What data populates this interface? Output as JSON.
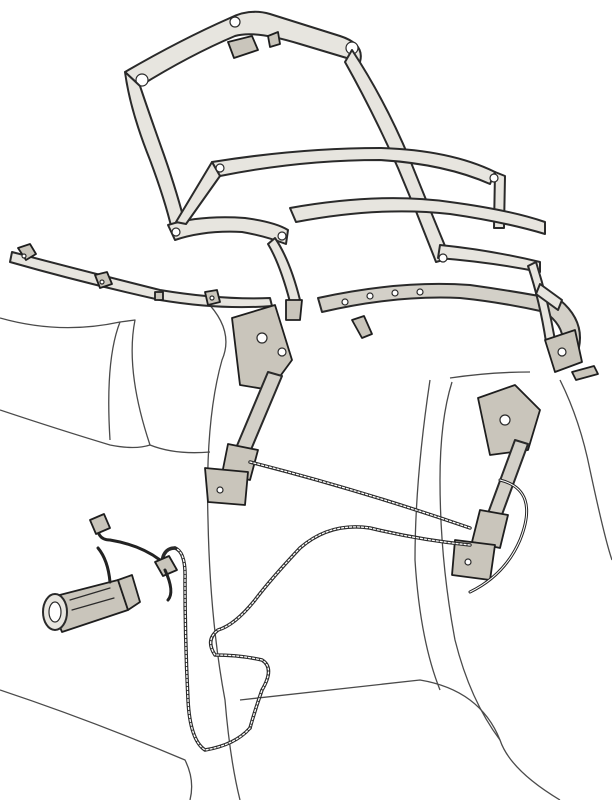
{
  "diagram": {
    "components": [
      "folding-roof-frame",
      "front-header-rail",
      "rear-bow",
      "left-pivot-bracket",
      "right-pivot-bracket",
      "hydraulic-cylinder-left",
      "hydraulic-cylinder-right",
      "cross-cable",
      "hydraulic-hose-loop",
      "electric-pump-motor",
      "windscreen-header-strip",
      "quarter-bow-strip"
    ],
    "colors": {
      "ink": "#2a2a2a",
      "frame_fill": "#e7e5df",
      "part_fill": "#c9c5bb",
      "background": "#ffffff"
    }
  }
}
